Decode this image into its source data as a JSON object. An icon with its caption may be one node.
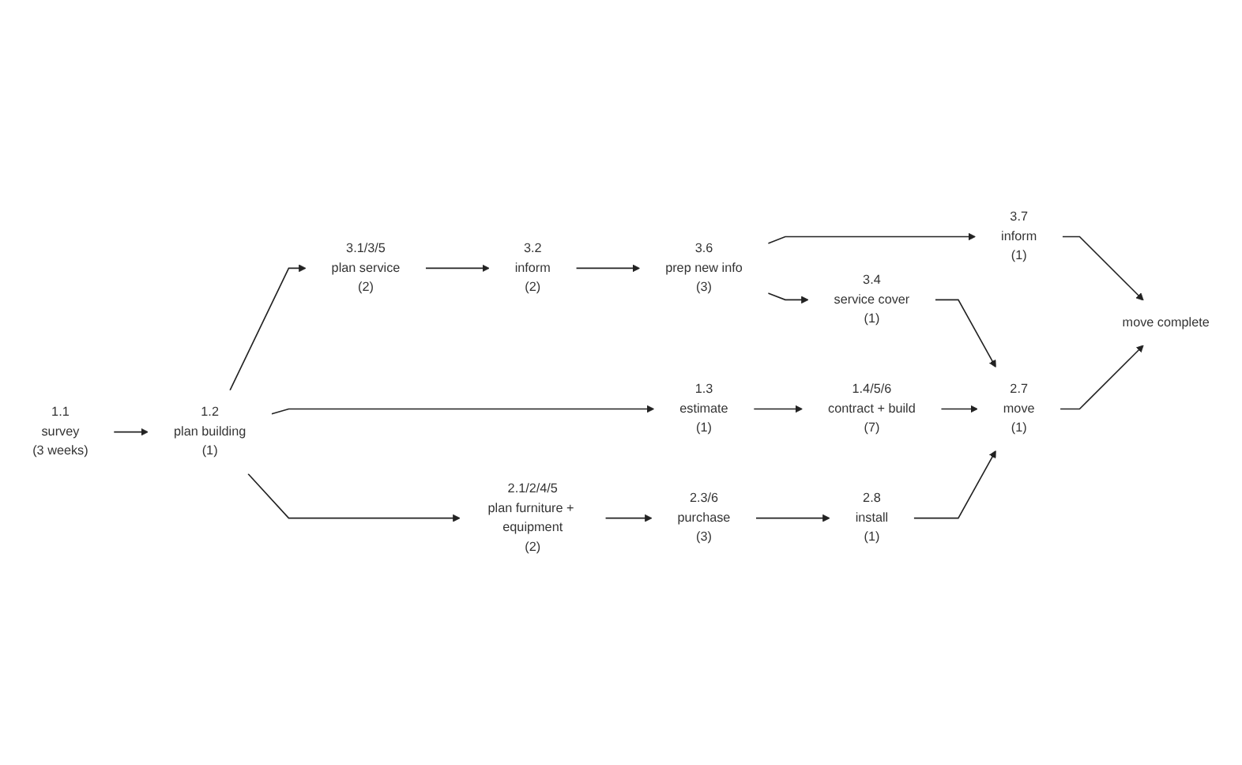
{
  "diagram": {
    "nodes": [
      {
        "text": [
          "1.1",
          "survey",
          "(3 weeks)"
        ]
      },
      {
        "text": [
          "1.2",
          "plan building",
          "(1)"
        ]
      },
      {
        "text": [
          "3.1/3/5",
          "plan service",
          "(2)"
        ]
      },
      {
        "text": [
          "3.2",
          "inform",
          "(2)"
        ]
      },
      {
        "text": [
          "3.6",
          "prep new info",
          "(3)"
        ]
      },
      {
        "text": [
          "3.4",
          "service cover",
          "(1)"
        ]
      },
      {
        "text": [
          "3.7",
          "inform",
          "(1)"
        ]
      },
      {
        "text": [
          "1.3",
          "estimate",
          "(1)"
        ]
      },
      {
        "text": [
          "1.4/5/6",
          "contract + build",
          "(7)"
        ]
      },
      {
        "text": [
          "2.7",
          "move",
          "(1)"
        ]
      },
      {
        "text": [
          "move complete"
        ]
      },
      {
        "text": [
          "2.1/2/4/5",
          "plan furniture + equipment",
          "(2)"
        ]
      },
      {
        "text": [
          "2.3/6",
          "purchase",
          "(3)"
        ]
      },
      {
        "text": [
          "2.8",
          "install",
          "(1)"
        ]
      }
    ],
    "edges": [
      {
        "from": 0,
        "to": 1,
        "arrow": "to"
      },
      {
        "from": 1,
        "to": 2,
        "arrow": "to"
      },
      {
        "from": 1,
        "to": 7,
        "arrow": "to"
      },
      {
        "from": 1,
        "to": 11,
        "arrow": "to"
      },
      {
        "from": 2,
        "to": 3,
        "arrow": "to"
      },
      {
        "from": 3,
        "to": 4,
        "arrow": "to"
      },
      {
        "from": 4,
        "to": 5,
        "arrow": "to"
      },
      {
        "from": 4,
        "to": 6,
        "arrow": "to"
      },
      {
        "from": 5,
        "to": 9,
        "arrow": "to"
      },
      {
        "from": 6,
        "to": 10,
        "arrow": "to"
      },
      {
        "from": 7,
        "to": 8,
        "arrow": "to"
      },
      {
        "from": 8,
        "to": 9,
        "arrow": "to"
      },
      {
        "from": 9,
        "to": 10,
        "arrow": "to"
      },
      {
        "from": 11,
        "to": 12,
        "arrow": "to"
      },
      {
        "from": 12,
        "to": 13,
        "arrow": "to"
      },
      {
        "from": 13,
        "to": 9,
        "arrow": "to"
      }
    ]
  }
}
